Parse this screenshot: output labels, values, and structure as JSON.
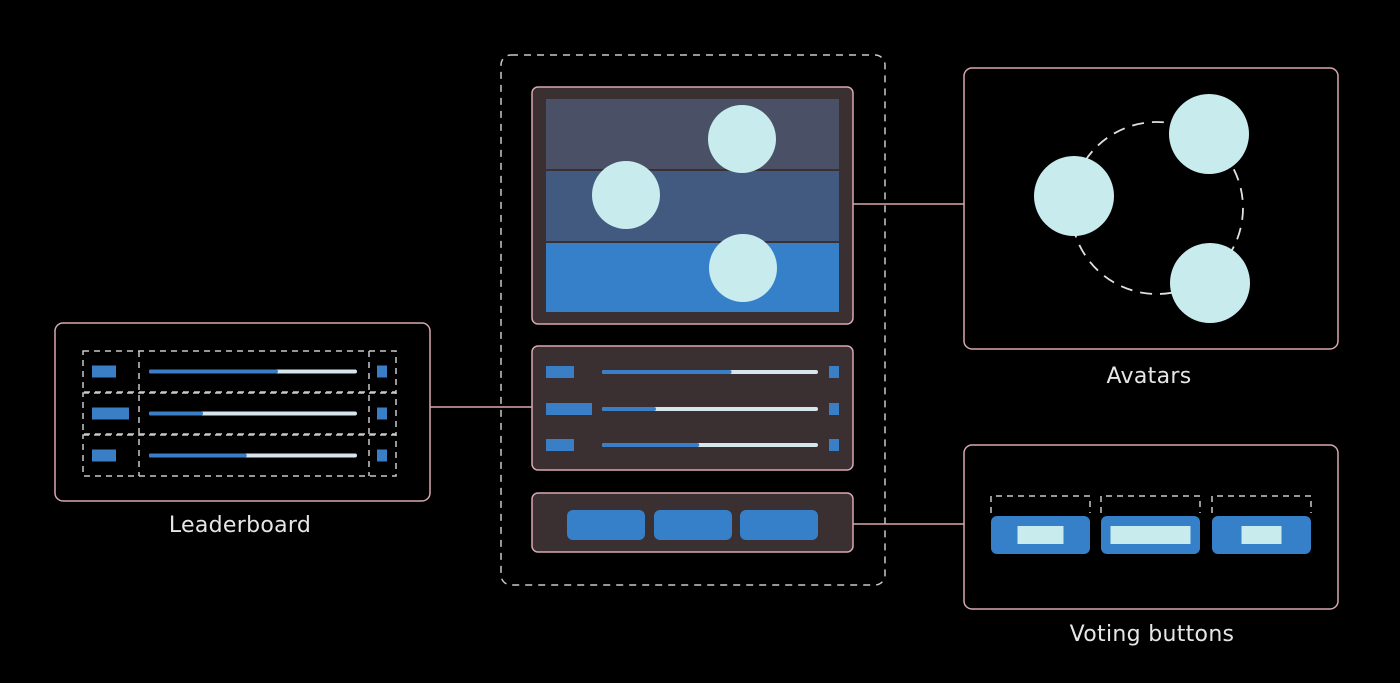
{
  "labels": {
    "avatars": "Avatars",
    "leaderboard": "Leaderboard",
    "voting_buttons": "Voting buttons"
  },
  "colors": {
    "background": "#000000",
    "panel_border": "#d9a7b0",
    "panel_fill": "#3a3032",
    "dashed": "#c9c9c9",
    "band_top": "#4a5066",
    "band_middle": "#425a80",
    "band_bottom": "#3580c8",
    "avatar_fill": "#c8ecee",
    "bar_blue": "#3a7ec6",
    "bar_track": "#d6e6ec",
    "button_blue": "#3580c8"
  },
  "leaderboard": {
    "rows": [
      {
        "progress": 0.62
      },
      {
        "progress": 0.26
      },
      {
        "progress": 0.47
      }
    ]
  },
  "screen_leaderboard": {
    "rows": [
      {
        "progress": 0.6
      },
      {
        "progress": 0.25
      },
      {
        "progress": 0.45
      }
    ]
  },
  "voting": {
    "buttons": [
      {
        "name": "vote-button-1"
      },
      {
        "name": "vote-button-2"
      },
      {
        "name": "vote-button-3"
      }
    ]
  }
}
